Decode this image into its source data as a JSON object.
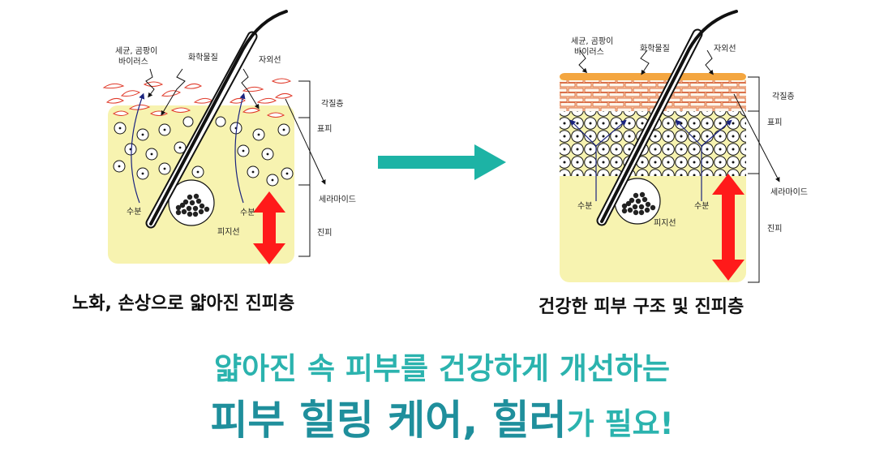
{
  "left_panel": {
    "labels": {
      "microbes": [
        "세균, 곰팡이",
        "바이러스"
      ],
      "chemicals": "화학물질",
      "uv": "자외선",
      "stratum_corneum": "각질층",
      "epidermis": "표피",
      "ceramide": "세라마이드",
      "moisture_left": "수분",
      "moisture_right": "수분",
      "sebaceous_gland": "피지선",
      "dermis": "진피"
    },
    "caption": "노화, 손상으로 얇아진 진피층"
  },
  "right_panel": {
    "labels": {
      "microbes": [
        "세균, 곰팡이",
        "바이러스"
      ],
      "chemicals": "화학물질",
      "uv": "자외선",
      "stratum_corneum": "각질층",
      "epidermis": "표피",
      "ceramide": "세라마이드",
      "moisture_left": "수분",
      "moisture_right": "수분",
      "sebaceous_gland": "피지선",
      "dermis": "진피"
    },
    "caption": "건강한 피부 구조 및 진피층"
  },
  "headline": {
    "line1": "얇아진 속 피부를 건강하게 개선하는",
    "line2_main": "피부 힐링 케어, 힐러",
    "line2_suffix": "가 필요!"
  },
  "colors": {
    "dermis_fill": "#f7f3b0",
    "arrow_teal": "#1db3a5",
    "arrow_red": "#ff1a1a",
    "brick_fill": "#ffd9b0",
    "headline_teal": "#2bb3ae"
  }
}
